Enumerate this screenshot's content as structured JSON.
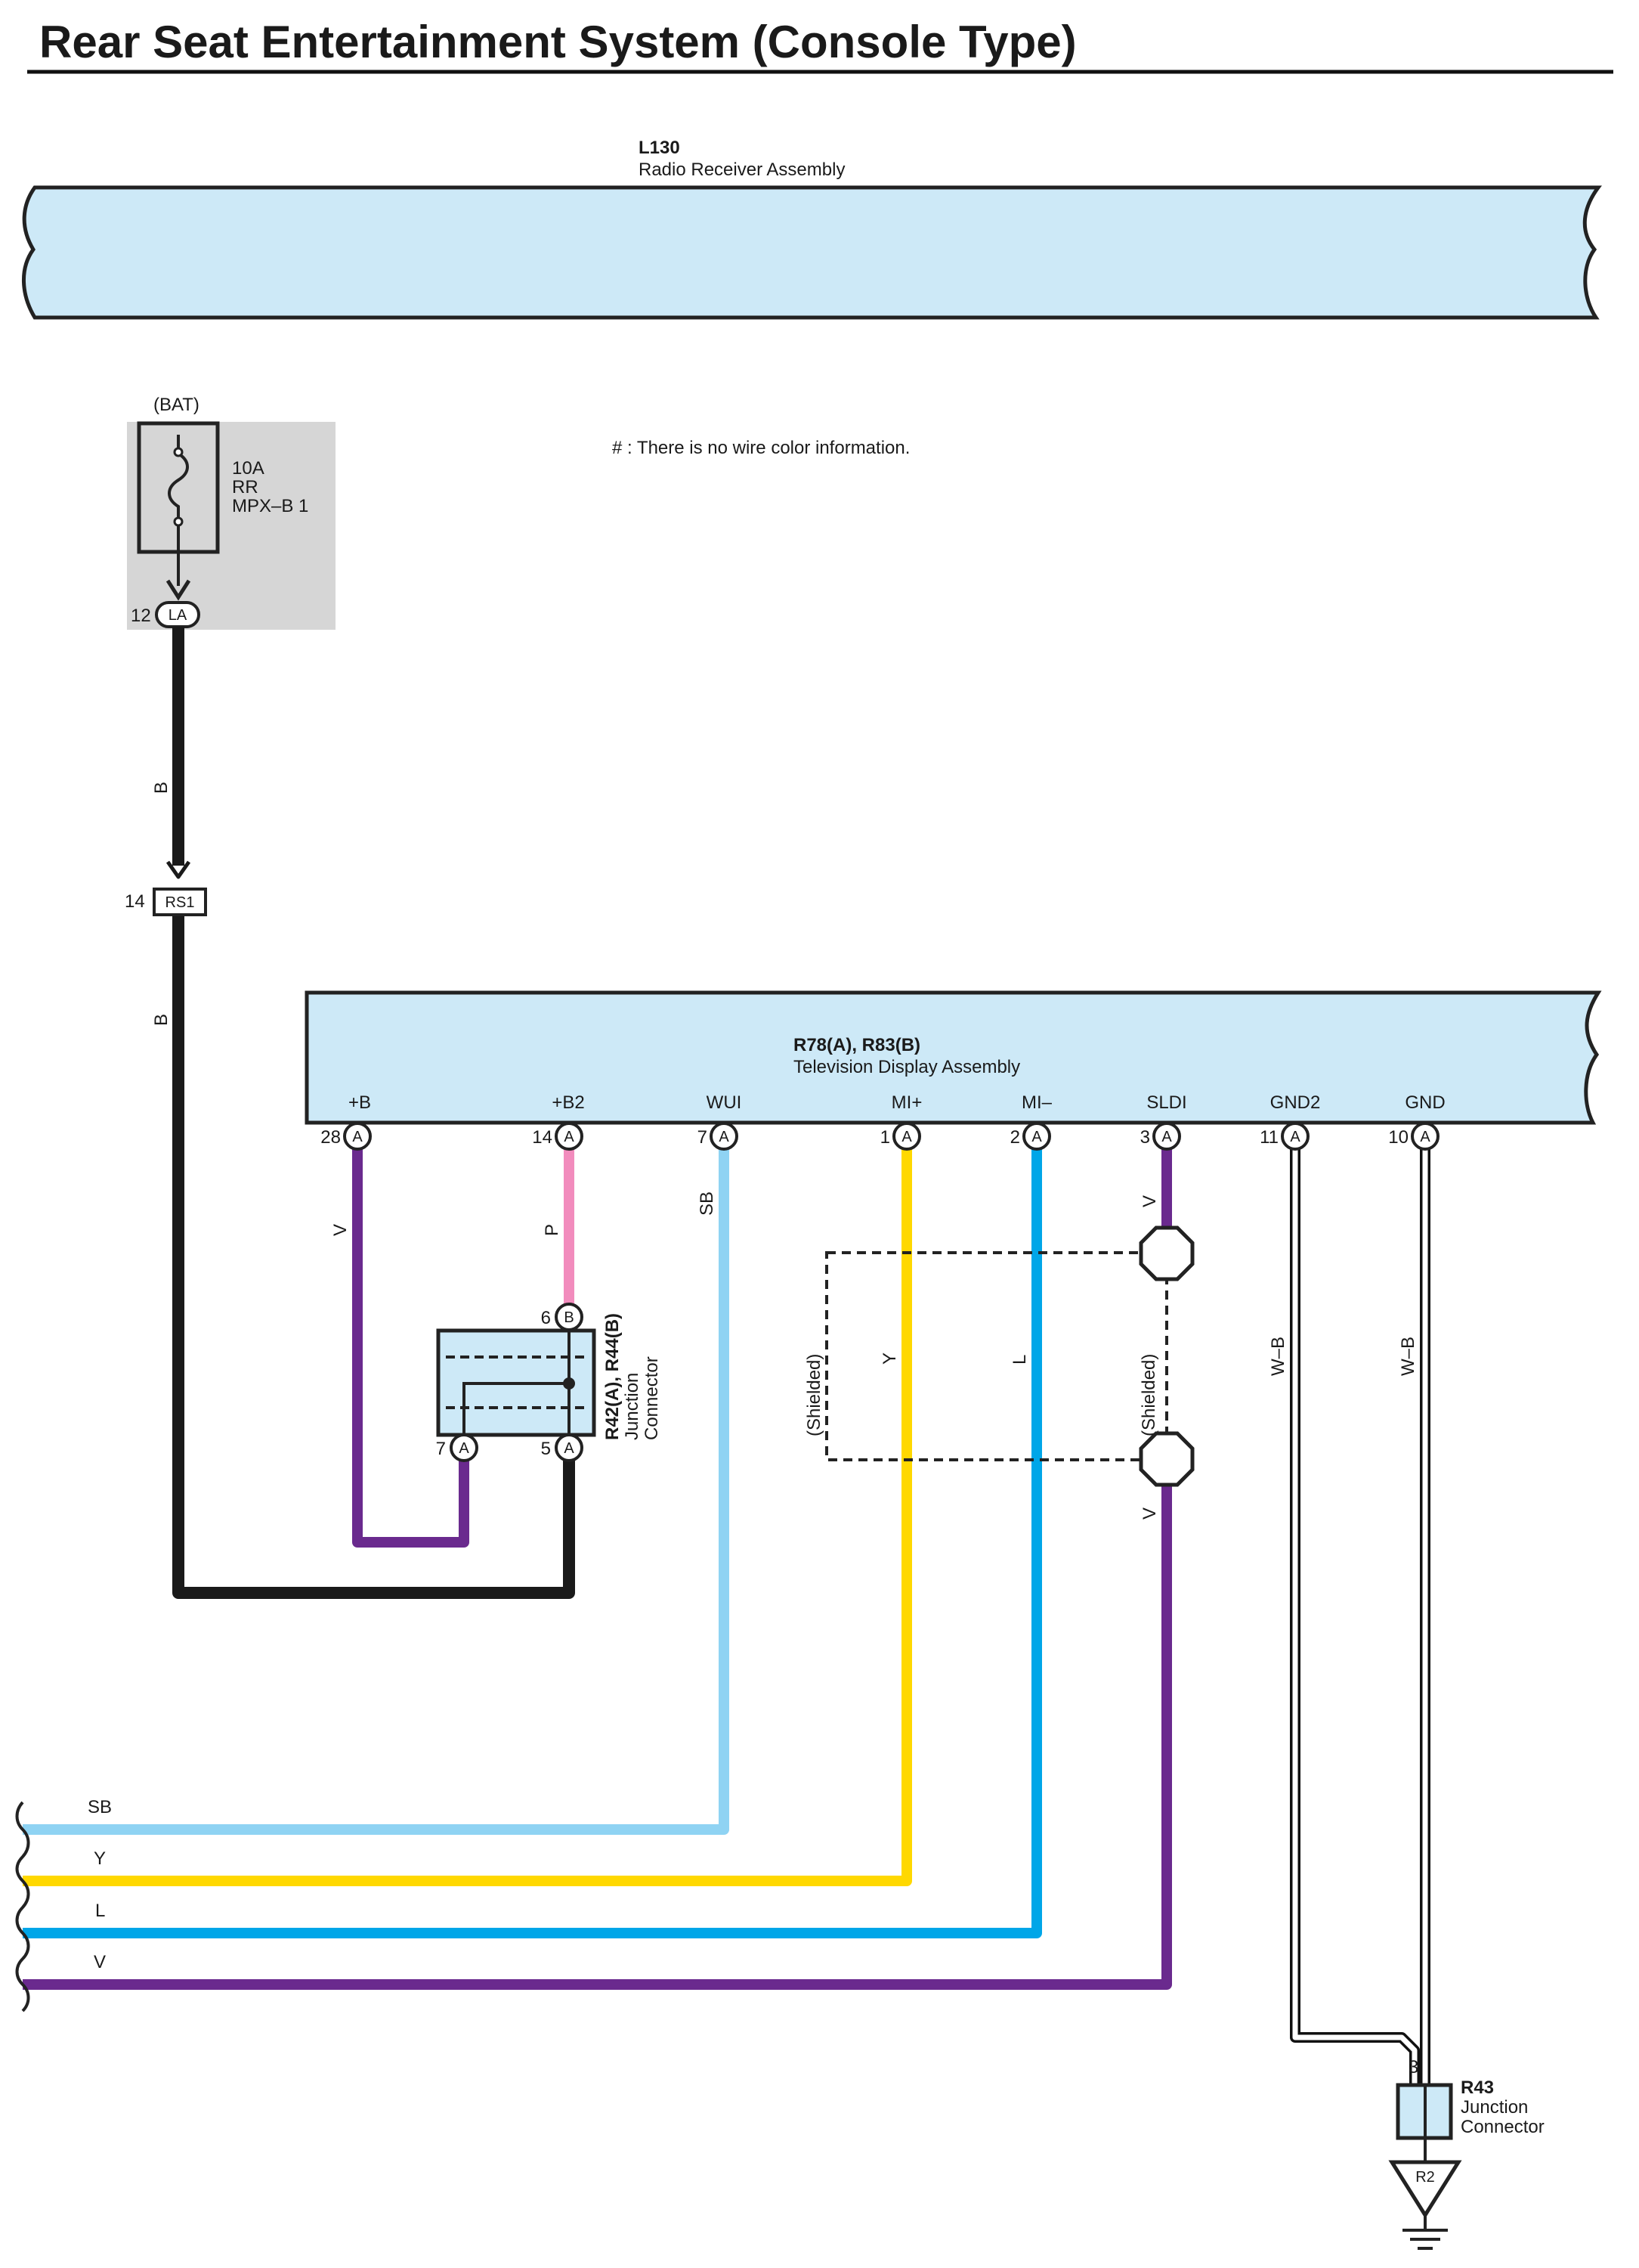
{
  "title": "Rear Seat Entertainment System (Console Type)",
  "colors": {
    "component_fill": "#cde9f7",
    "fuse_box_fill": "#d6d6d6",
    "wire_B": "#1a1a1a",
    "wire_V": "#6a2a8e",
    "wire_P": "#f28cbd",
    "wire_SB": "#8fd3f3",
    "wire_Y": "#ffd800",
    "wire_L": "#00a6e8",
    "wire_WB": "#ffffff"
  },
  "radio": {
    "code": "L130",
    "name": "Radio Receiver Assembly"
  },
  "note": "# : There is no wire color information.",
  "fuse": {
    "source": "(BAT)",
    "rating": "10A",
    "line2": "RR",
    "line3": "MPX–B 1",
    "pin": "12",
    "connector": "LA"
  },
  "rs1": {
    "pin": "14",
    "connector": "RS1"
  },
  "tv": {
    "code": "R78(A), R83(B)",
    "name": "Television Display Assembly",
    "pins": [
      {
        "name": "+B",
        "num": "28",
        "conn": "A"
      },
      {
        "name": "+B2",
        "num": "14",
        "conn": "A"
      },
      {
        "name": "WUI",
        "num": "7",
        "conn": "A"
      },
      {
        "name": "MI+",
        "num": "1",
        "conn": "A"
      },
      {
        "name": "MI–",
        "num": "2",
        "conn": "A"
      },
      {
        "name": "SLDI",
        "num": "3",
        "conn": "A"
      },
      {
        "name": "GND2",
        "num": "11",
        "conn": "A"
      },
      {
        "name": "GND",
        "num": "10",
        "conn": "A"
      }
    ]
  },
  "junction_r42": {
    "code": "R42(A), R44(B)",
    "line2": "Junction",
    "line3": "Connector",
    "pin_top": {
      "num": "6",
      "conn": "B"
    },
    "pin_left": {
      "num": "7",
      "conn": "A"
    },
    "pin_right": {
      "num": "5",
      "conn": "A"
    }
  },
  "junction_r43": {
    "code": "R43",
    "line2": "Junction",
    "line3": "Connector",
    "pin": "3",
    "ground": "R2"
  },
  "wire_labels": {
    "b1": "B",
    "b2": "B",
    "v1": "V",
    "p": "P",
    "sb": "SB",
    "y": "Y",
    "l": "L",
    "v_top": "V",
    "v_bot": "V",
    "wb1": "W–B",
    "wb2": "W–B",
    "shielded1": "(Shielded)",
    "shielded2": "(Shielded)"
  },
  "bottom_lines": [
    "SB",
    "Y",
    "L",
    "V"
  ]
}
